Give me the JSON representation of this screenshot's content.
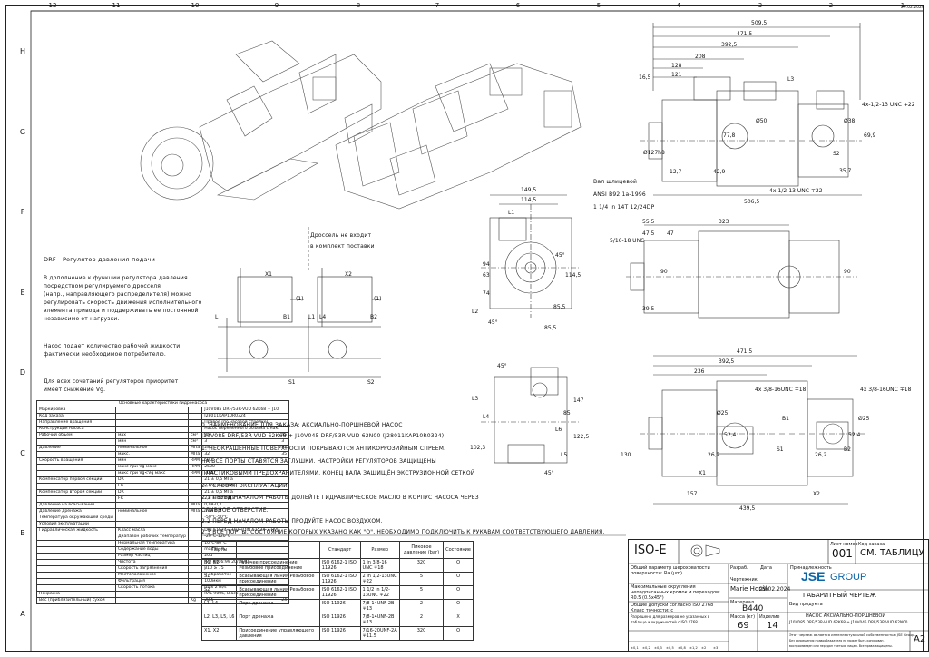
{
  "sheet": {
    "top_zones": [
      "12",
      "11",
      "10",
      "9",
      "8",
      "7",
      "6",
      "5",
      "4",
      "3",
      "2",
      "1"
    ],
    "side_zones": [
      "H",
      "G",
      "F",
      "E",
      "D",
      "C",
      "B",
      "A"
    ],
    "corner_date": "29.02.2024"
  },
  "regulator_title": "DRF - Регулятор давления-подачи",
  "regulator_text": [
    "В дополнение к функции регулятора давления",
    "посредством регулируемого дросселя",
    "(напр., направляющего распределителя) можно",
    " регулировать скорость движения исполнительного",
    "элемента привода и поддерживать ее постоянной",
    "независимо от нагрузки."
  ],
  "pump_supply_text": [
    "Насос подает количество рабочей жидкости,",
    "фактически необходимое потребителю."
  ],
  "priority_text": [
    "Для всех сочетаний регуляторов приоритет",
    "имеет снижение Vg."
  ],
  "throttle_note": [
    "Дроссель не входит",
    "в комплект поставки"
  ],
  "shaft_note": [
    "Вал шлицевой",
    "ANSI B92.1a-1996",
    "1 1/4 in 14T 12/24DP"
  ],
  "spec_table": {
    "caption": "Основные характеристики гидронасоса",
    "rows": [
      [
        "Маркировка",
        "",
        "",
        "J10V085 DRF/53R-VUD 62K68 + J10V045 DRF/53R-VUD 62N00",
        ""
      ],
      [
        "Код заказа",
        "",
        "",
        "J28011KAP10R0324",
        ""
      ],
      [
        "Направление вращения",
        "",
        "",
        "Правое (по часовой стрелке)",
        ""
      ],
      [
        "Конструкция насоса",
        "",
        "",
        "Насос переменного объема с наклонным диском",
        ""
      ],
      [
        "Рабочий объем",
        "мах",
        "см³",
        "85",
        "45"
      ],
      [
        "",
        "мин",
        "см³",
        "3",
        "3"
      ],
      [
        "Давление",
        "номинальное",
        "МПа",
        "28",
        "32"
      ],
      [
        "",
        "макс.",
        "МПа",
        "32",
        "35"
      ],
      [
        "Скорость вращения",
        "мин",
        "RPM",
        "500",
        ""
      ],
      [
        "",
        "макс при Vg макс",
        "RPM",
        "2500",
        ""
      ],
      [
        "",
        "макс при Vg<Vg макс",
        "RPM",
        "3000",
        ""
      ],
      [
        "Компенсатор первой секции",
        "DR",
        "",
        "21 ± 0,5 МПа",
        ""
      ],
      [
        "",
        "FR",
        "",
        "2,8 ± 0,2 МПа",
        ""
      ],
      [
        "Компенсатор второй секции",
        "DR",
        "",
        "21 ± 0,5 МПа",
        ""
      ],
      [
        "",
        "FR",
        "",
        "2,8 ± 0,2 МПа",
        ""
      ],
      [
        "Давление на всасывании",
        "",
        "МПа",
        "0,08-0,2",
        ""
      ],
      [
        "Давление дренажа",
        "номинальное",
        "МПа",
        "max 0,2",
        ""
      ],
      [
        "Температура окружающей среды",
        "",
        "",
        "-50°C-50°C",
        ""
      ],
      [
        "Условия эксплуатации",
        "",
        "",
        "",
        ""
      ],
      [
        "Гидравлическая жидкость",
        "Класс масла",
        "",
        "DIN 51524-2-HLP (DIN 51524-3-HVLP)",
        ""
      ],
      [
        "",
        "Диапазон рабочих температур",
        "",
        "-20°C-120°C",
        ""
      ],
      [
        "",
        "Нормальная температура",
        "",
        "10°C-80°C",
        ""
      ],
      [
        "",
        "Содержание воды",
        "",
        "max 0,1%",
        ""
      ],
      [
        "",
        "Размер частиц",
        "",
        "20μ",
        ""
      ],
      [
        "",
        "Чистота",
        "",
        "ISO 4406:99 20/18/15",
        ""
      ],
      [
        "",
        "Скорость загрязнения",
        "",
        "β10 ≥ 75",
        ""
      ],
      [
        "",
        "Местоположение",
        "",
        "В обработке",
        ""
      ],
      [
        "",
        "Фильтрация",
        "",
        "100мкм",
        ""
      ],
      [
        "",
        "Скорость потока",
        "",
        "max 2 m/s",
        ""
      ],
      [
        "Покраска",
        "",
        "",
        "RAL 9005, Black",
        ""
      ],
      [
        "Вес (приблизительный) сухой",
        "",
        "Kg",
        "28,5",
        "24"
      ]
    ]
  },
  "notes": [
    "0. НАИМЕНОВАНИЕ ДЛЯ ЗАКАЗА: АКСИАЛЬНО-ПОРШНЕВОЙ НАСОС",
    "J10V085 DRF/53R-VUD 62K68 + J10V045 DRF/53R-VUD 62N00 (J28011KAP10R0324)",
    "1. НЕОКРАШЕННЫЕ ПОВЕРХНОСТИ ПОКРЫВАЮТСЯ АНТИКОРРОЗИЙНЫМ СПРЕЕМ.",
    "НА ВСЕ ПОРТЫ СТАВЯТСЯ ЗАГЛУШКИ. НАСТРОЙКИ РЕГУЛЯТОРОВ ЗАЩИЩЕНЫ",
    "ПЛАСТИКОВЫМИ ПРЕДОХРАНИТЕЛЯМИ. КОНЕЦ ВАЛА ЗАЩИЩЁН ЭКСТРУЗИОННОЙ СЕТКОЙ",
    "2. УСЛОВИЯ ЭКСПЛУАТАЦИИ",
    "2.1 ПЕРЕД НАЧАЛОМ РАБОТЫ ДОЛЕЙТЕ ГИДРАВЛИЧЕСКОЕ МАСЛО В КОРПУС НАСОСА ЧЕРЕЗ",
    "СЛИВНОЕ ОТВЕРСТИЕ.",
    "2.2 ПЕРЕД НАЧАЛОМ РАБОТЫ ПРОДУЙТЕ НАСОС ВОЗДУХОМ.",
    "2.3 ВСЕ ПОРТЫ, СОСТОЯНИЕ КОТОРЫХ УКАЗАНО КАК \"О\", НЕОБХОДИМО ПОДКЛЮЧИТЬ К РУКАВАМ СООТВЕТСТВУЮЩЕГО ДАВЛЕНИЯ."
  ],
  "ports_table": {
    "headers": [
      "Порты",
      "",
      "Стандарт",
      "Размер",
      "Пиковое давление (bar)",
      "Состояние"
    ],
    "rows": [
      [
        "B1, B2",
        "Рабочее присоединение Резьбовое присоединение",
        "ISO 6162-1 ISO 11926",
        "1 in 3/8-16 UNC ∓18",
        "320",
        "O"
      ],
      [
        "S1",
        "Всасывающая линия Резьбовое присоединение",
        "ISO 6162-1 ISO 11926",
        "2 in 1/2-13UNC ∓22",
        "5",
        "O"
      ],
      [
        "S2",
        "Всасывающая линия Резьбовое присоединение",
        "ISO 6162-1 ISO 11926",
        "1 1/2 in 1/2-13UNC ∓22",
        "5",
        "O"
      ],
      [
        "L1, L4",
        "Порт дренажа",
        "ISO 11926",
        "7/8-14UNF-2B ∓13",
        "2",
        "O"
      ],
      [
        "L2, L3, L5, L6",
        "Порт дренажа",
        "ISO 11926",
        "7/8-14UNF-2B ∓13",
        "2",
        "X"
      ],
      [
        "X1, X2",
        "Присоединение управляющего давления",
        "ISO 11926",
        "7/16-20UNF-2A ∓11.5",
        "320",
        "O"
      ]
    ]
  },
  "title_block": {
    "iso_label": "ISO-E",
    "sheet_label": "Лист номер",
    "sheet_number": "001",
    "code_label": "Код заказа",
    "code_value": "СМ. ТАБЛИЦУ",
    "owner_label": "Принадлежность",
    "roughness_label": "Общий параметр шероховатости поверхности: Ra (μm)",
    "edges_label": "Максимальные скругления неподписанных кромок и переходов: R0.5 (0.5x45°)",
    "tolerance_label": "Общие допуски согласно ISO 2768 Класс точности: c",
    "no_scale_label": "Разрешено для размеров не указанных в таблице и окружностей с ISO 2768",
    "drawn_label": "Разраб.",
    "date_label": "Дата",
    "author_label": "Чертежник",
    "author": "Marie Horák",
    "date": "29.02.2024",
    "material_label": "Материал",
    "material": "B440",
    "mass_label": "Масса (кг)",
    "mass": "69",
    "format_label": "Изделие",
    "format_value": "14",
    "product_label": "Вид продукта",
    "product_desc": [
      "НАСОС АКСИАЛЬНО-ПОРШНЕВОЙ",
      "J10V085 DRF/53R-VUD 62K68 + J10V045 DRF/53R-VUD 62N00"
    ],
    "title": "ГАБАРИТНЫЙ ЧЕРТЕЖ",
    "company_1": "JSE",
    "company_2": "GROUP",
    "sheet_size": "A2",
    "copyright": [
      "Этот чертеж является интеллектуальной собственностью JSE Group.",
      "Без разрешения правообладателя не может быть копирован, воспроизведен или передан третьим лицам. Все права защищены."
    ],
    "scale_row": [
      "±0,1",
      "±0,2",
      "±0,3",
      "±0,5",
      "±0,8",
      "±1,2",
      "±2",
      "±3"
    ]
  },
  "dims": {
    "top": [
      "509,5",
      "471,5",
      "392,5",
      "208",
      "128",
      "121",
      "16,5",
      "4x-1/2-13 UNC ∓22",
      "4x-1/2-13 UNC ∓22",
      "Ø50",
      "Ø38",
      "Ø127h8",
      "42,9",
      "12,7",
      "35,7",
      "69,9",
      "77,8",
      "506,5",
      "L3",
      "S2"
    ],
    "mid": [
      "149,5",
      "114,5",
      "323",
      "55,5",
      "47,5",
      "47",
      "5/16-18 UNC",
      "39,5",
      "90",
      "90",
      "L1",
      "L2",
      "45°",
      "45°",
      "94",
      "63",
      "74",
      "114,5",
      "85,5",
      "85,5"
    ],
    "side": [
      "L3",
      "L4",
      "L5",
      "L6",
      "45°",
      "45°",
      "85",
      "147",
      "102,3",
      "122,5"
    ],
    "bot": [
      "471,5",
      "392,5",
      "236",
      "4x 3/8-16UNC ∓18",
      "4x 3/8-16UNC ∓18",
      "Ø25",
      "Ø25",
      "26,2",
      "26,2",
      "52,4",
      "52,4",
      "157",
      "439,5",
      "130",
      "X1",
      "X2",
      "B1",
      "B2",
      "S1"
    ]
  },
  "schematic_labels": [
    "X1",
    "X2",
    "B1",
    "B2",
    "L",
    "S1",
    "S2",
    "L1",
    "L4",
    "(1)",
    "(1)"
  ]
}
